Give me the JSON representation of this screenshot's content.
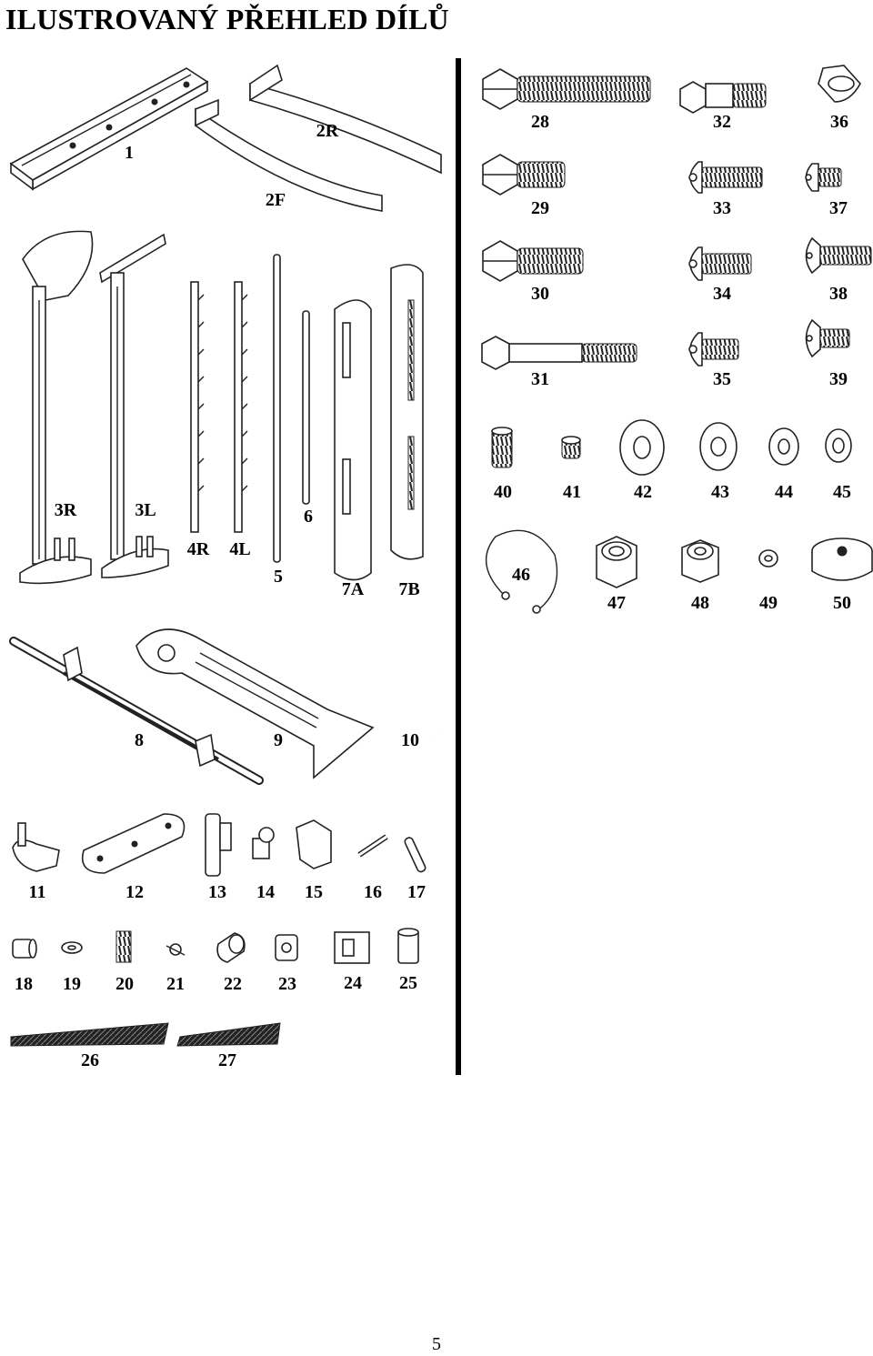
{
  "page": {
    "title": "ILUSTROVANÝ PŘEHLED DÍLŮ",
    "page_number": "5"
  },
  "parts": {
    "p1": "1",
    "p2F": "2F",
    "p2R": "2R",
    "p3R": "3R",
    "p3L": "3L",
    "p4R": "4R",
    "p4L": "4L",
    "p5": "5",
    "p6": "6",
    "p7A": "7A",
    "p7B": "7B",
    "p8": "8",
    "p9": "9",
    "p10": "10",
    "p11": "11",
    "p12": "12",
    "p13": "13",
    "p14": "14",
    "p15": "15",
    "p16": "16",
    "p17": "17",
    "p18": "18",
    "p19": "19",
    "p20": "20",
    "p21": "21",
    "p22": "22",
    "p23": "23",
    "p24": "24",
    "p25": "25",
    "p26": "26",
    "p27": "27",
    "p28": "28",
    "p29": "29",
    "p30": "30",
    "p31": "31",
    "p32": "32",
    "p33": "33",
    "p34": "34",
    "p35": "35",
    "p36": "36",
    "p37": "37",
    "p38": "38",
    "p39": "39",
    "p40": "40",
    "p41": "41",
    "p42": "42",
    "p43": "43",
    "p44": "44",
    "p45": "45",
    "p46": "46",
    "p47": "47",
    "p48": "48",
    "p49": "49",
    "p50": "50"
  }
}
